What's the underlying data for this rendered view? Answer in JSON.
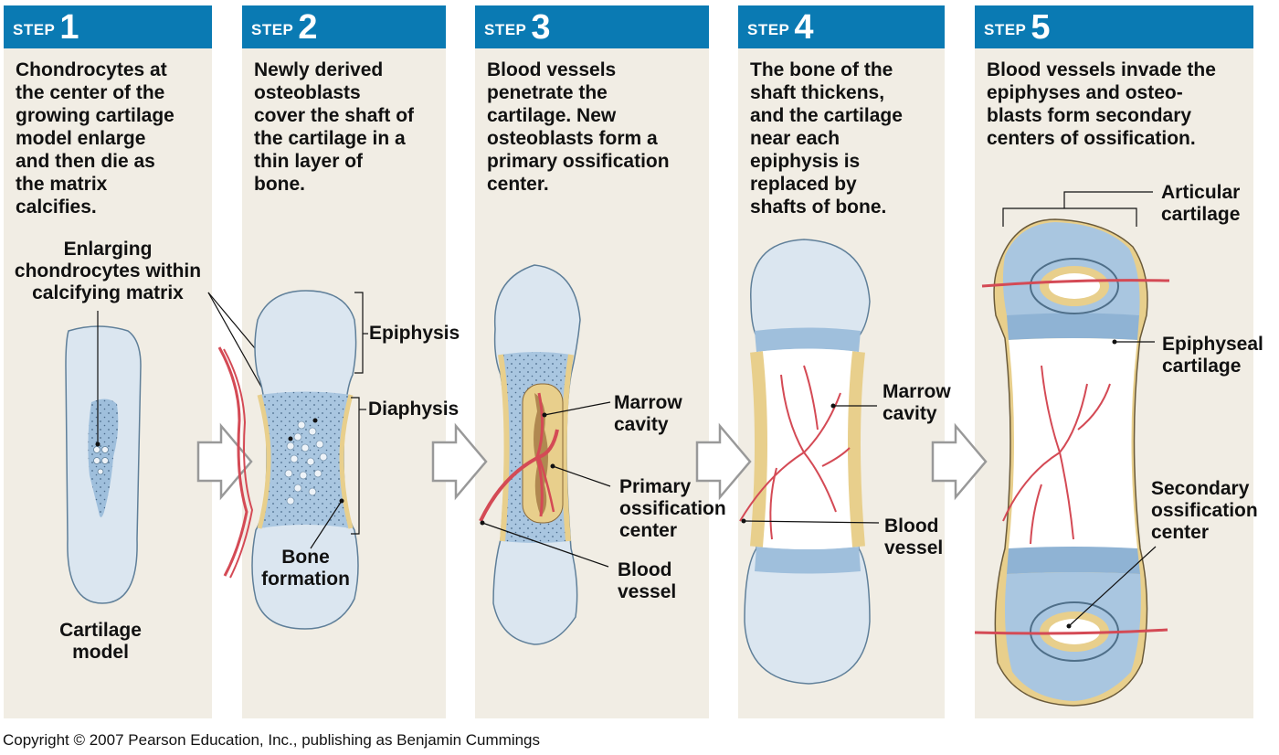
{
  "steps": [
    {
      "word": "STEP",
      "number": "1",
      "description": "Chondrocytes at\nthe center of the\ngrowing cartilage\nmodel enlarge\nand then die as\nthe matrix\ncalcifies."
    },
    {
      "word": "STEP",
      "number": "2",
      "description": "Newly derived\nosteoblasts\ncover the shaft of\nthe cartilage in a\nthin layer of\nbone."
    },
    {
      "word": "STEP",
      "number": "3",
      "description": "Blood vessels\npenetrate the\ncartilage. New\nosteoblasts form a\nprimary ossification\ncenter."
    },
    {
      "word": "STEP",
      "number": "4",
      "description": "The bone of the\nshaft thickens,\nand the cartilage\nnear each\nepiphysis is\nreplaced by\nshafts of bone."
    },
    {
      "word": "STEP",
      "number": "5",
      "description": "Blood vessels invade the\nepiphyses and osteo-\nblasts form secondary\ncenters of ossification."
    }
  ],
  "labels": {
    "enlarging_chondrocytes": "Enlarging\nchondrocytes within\ncalcifying matrix",
    "cartilage_model": "Cartilage\nmodel",
    "epiphysis": "Epiphysis",
    "diaphysis": "Diaphysis",
    "bone_formation": "Bone\nformation",
    "marrow_cavity_3": "Marrow\ncavity",
    "primary_ossification_center": "Primary\nossification\ncenter",
    "blood_vessel_3": "Blood\nvessel",
    "marrow_cavity_4": "Marrow\ncavity",
    "blood_vessel_4": "Blood\nvessel",
    "articular_cartilage": "Articular\ncartilage",
    "epiphyseal_cartilage": "Epiphyseal\ncartilage",
    "secondary_ossification_center": "Secondary\nossification\ncenter"
  },
  "colors": {
    "header_blue": "#0a7ab3",
    "panel_bg": "#f1ede4",
    "cartilage_light": "#dbe6f0",
    "cartilage_blue": "#9fbfdc",
    "bone_yellow": "#e8cf8c",
    "vessel_red": "#d44a55"
  },
  "footer": {
    "copyright": "Copyright © 2007 Pearson Education, Inc., publishing as Benjamin Cummings"
  }
}
